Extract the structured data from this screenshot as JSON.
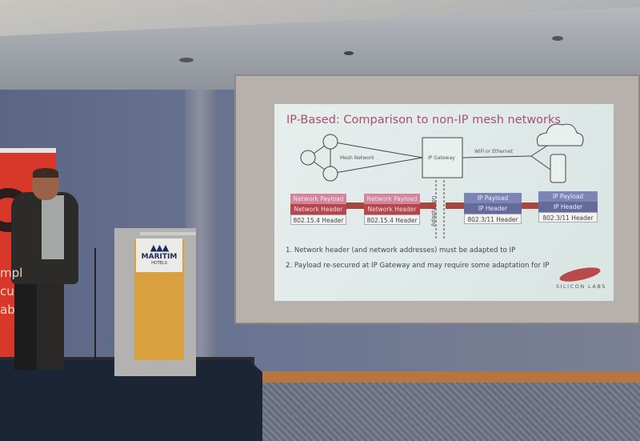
{
  "slide": {
    "title": "IP-Based: Comparison to non-IP mesh networks",
    "diagram": {
      "mesh_label": "Mesh Network",
      "gateway_label": "IP Gateway",
      "link_label": "WiFi or Ethernet",
      "adaptation_label": "Adaptation",
      "packets": [
        {
          "payload": "Network Payload",
          "header": "Network Header",
          "l2": "802.15.4 Header"
        },
        {
          "payload": "Network Payload",
          "header": "Network Header",
          "l2": "802.15.4 Header"
        },
        {
          "payload": "IP Payload",
          "header": "IP Header",
          "l2": "802.3/11 Header"
        },
        {
          "payload": "IP Payload",
          "header": "IP Header",
          "l2": "802.3/11 Header"
        }
      ]
    },
    "bullets": [
      "1.  Network header (and network addresses) must be adapted to IP",
      "2.  Payload re-secured at IP Gateway and may require some adaptation for IP"
    ],
    "logo_text": "SILICON LABS"
  },
  "podium": {
    "brand": "MARITIM",
    "sub": "HOTELS"
  },
  "banner": {
    "text": "mpl\ncu\nab"
  },
  "colors": {
    "title": "#a9506d",
    "network": "#b6454d",
    "ip": "#646a9a",
    "banner": "#d8382a"
  }
}
